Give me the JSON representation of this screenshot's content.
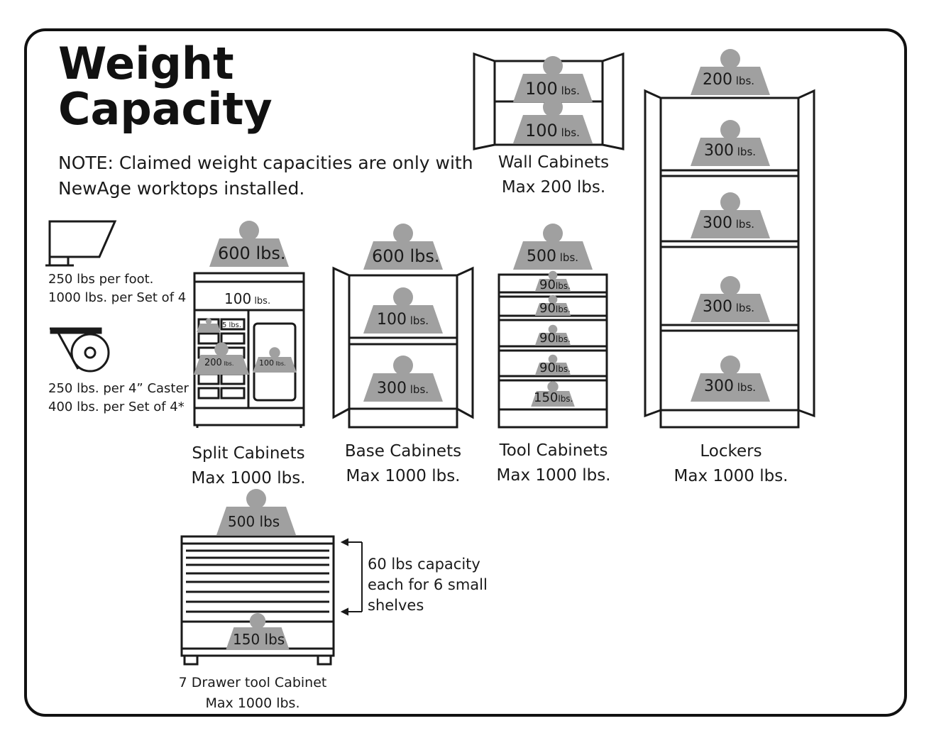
{
  "title": {
    "line1": "Weight",
    "line2": "Capacity"
  },
  "note": {
    "line1": "NOTE: Claimed weight capacities are only with",
    "line2": "NewAge worktops installed."
  },
  "leveler": {
    "line1": "250 lbs per foot.",
    "line2": "1000 lbs. per Set of 4"
  },
  "caster": {
    "line1": "250 lbs. per 4” Caster",
    "line2": "400 lbs. per Set of 4*"
  },
  "wall": {
    "name": "Wall Cabinets",
    "max": "Max 200 lbs.",
    "shelf1": "100",
    "shelf2": "100"
  },
  "split": {
    "name": "Split Cabinets",
    "max": "Max 1000 lbs.",
    "top": "600 lbs.",
    "drawer": "100",
    "small": "5",
    "left": "200",
    "right": "100"
  },
  "base": {
    "name": "Base Cabinets",
    "max": "Max 1000 lbs.",
    "top": "600 lbs.",
    "shelf": "100",
    "bottom": "300"
  },
  "tool": {
    "name": "Tool Cabinets",
    "max": "Max 1000 lbs.",
    "top": "500",
    "d1": "90",
    "d2": "90",
    "d3": "90",
    "d4": "90",
    "d5": "150"
  },
  "lockers": {
    "name": "Lockers",
    "max": "Max 1000 lbs.",
    "top": "200",
    "s1": "300",
    "s2": "300",
    "s3": "300",
    "s4": "300"
  },
  "drawer7": {
    "name": "7 Drawer tool Cabinet",
    "max": "Max 1000 lbs.",
    "top": "500 lbs",
    "bottom": "150 lbs"
  },
  "shelf_note": {
    "line1": "60 lbs capacity",
    "line2": "each for 6 small",
    "line3": "shelves"
  },
  "unit": "lbs.",
  "colors": {
    "weight": "#a0a0a0",
    "line": "#1a1a1a"
  }
}
